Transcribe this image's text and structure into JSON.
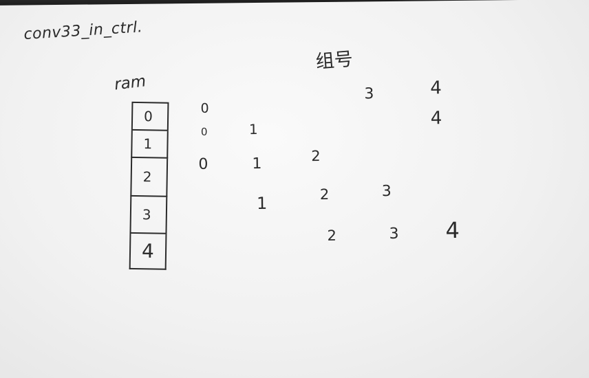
{
  "title": "conv33_in_ctrl.",
  "heading": "组号",
  "ram_label": "ram",
  "ram_cells": [
    "0",
    "1",
    "2",
    "3",
    "4"
  ],
  "grid_rows": [
    [
      "3",
      "4"
    ],
    [
      "0"
    ],
    [
      "4"
    ],
    [
      "0",
      "1"
    ],
    [
      "0",
      "1",
      "2"
    ],
    [
      "1",
      "2",
      "3"
    ],
    [
      "2",
      "3",
      "4"
    ]
  ]
}
